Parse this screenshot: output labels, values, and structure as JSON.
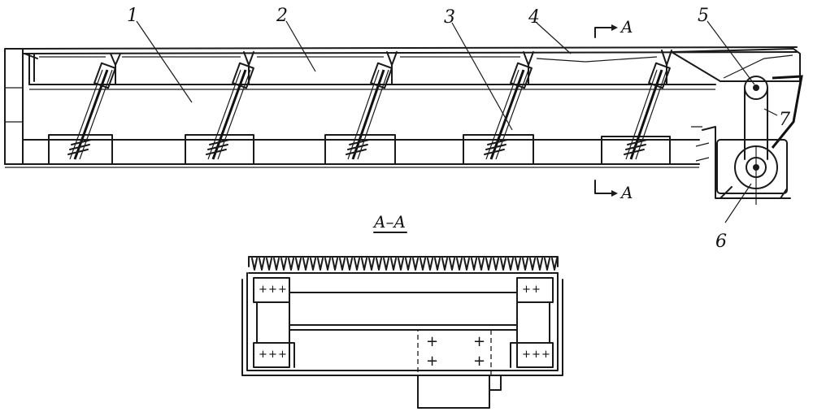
{
  "callouts": [
    {
      "id": "1",
      "text": "1"
    },
    {
      "id": "2",
      "text": "2"
    },
    {
      "id": "3",
      "text": "3"
    },
    {
      "id": "4",
      "text": "4"
    },
    {
      "id": "5",
      "text": "5"
    },
    {
      "id": "6",
      "text": "6"
    },
    {
      "id": "7",
      "text": "7"
    }
  ],
  "section": {
    "marker_top": "A",
    "marker_bottom": "A",
    "view_title": "A–A"
  },
  "bolt_mark": "+"
}
